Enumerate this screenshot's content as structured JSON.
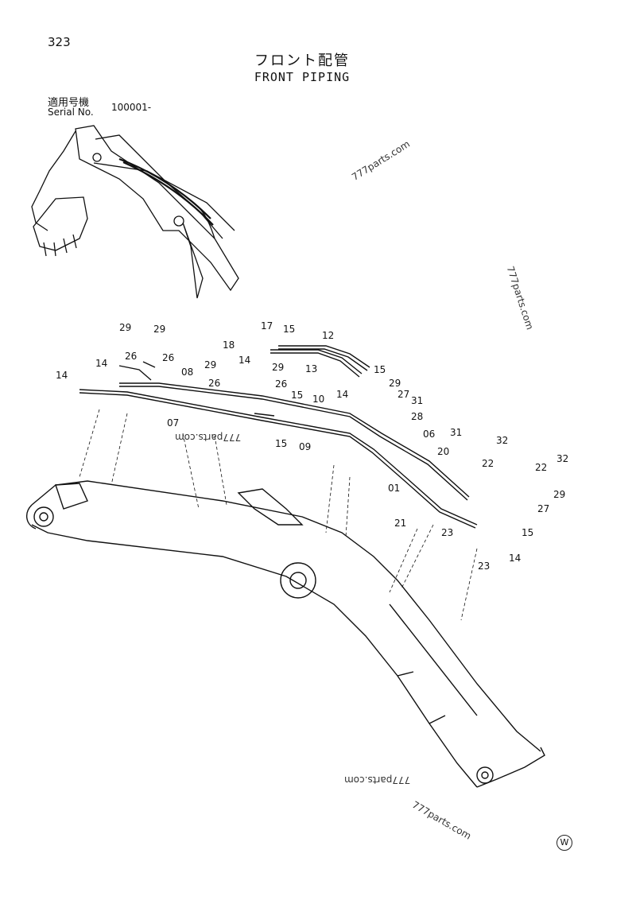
{
  "page_number": "323",
  "title_jp": "フロント配管",
  "title_en": "FRONT PIPING",
  "serial": {
    "label_jp": "適用号機",
    "label_en": "Serial No.",
    "value": "100001-"
  },
  "watermark": "777parts.com",
  "maker_mark": "W",
  "callouts": [
    {
      "text": "29"
    },
    {
      "text": "29"
    },
    {
      "text": "26"
    },
    {
      "text": "26"
    },
    {
      "text": "14"
    },
    {
      "text": "14"
    },
    {
      "text": "08"
    },
    {
      "text": "07"
    },
    {
      "text": "29"
    },
    {
      "text": "26"
    },
    {
      "text": "29"
    },
    {
      "text": "26"
    },
    {
      "text": "17"
    },
    {
      "text": "15"
    },
    {
      "text": "12"
    },
    {
      "text": "18"
    },
    {
      "text": "14"
    },
    {
      "text": "13"
    },
    {
      "text": "15"
    },
    {
      "text": "14"
    },
    {
      "text": "15"
    },
    {
      "text": "10"
    },
    {
      "text": "15"
    },
    {
      "text": "09"
    },
    {
      "text": "29"
    },
    {
      "text": "27"
    },
    {
      "text": "31"
    },
    {
      "text": "28"
    },
    {
      "text": "06"
    },
    {
      "text": "01"
    },
    {
      "text": "31"
    },
    {
      "text": "32"
    },
    {
      "text": "20"
    },
    {
      "text": "22"
    },
    {
      "text": "22"
    },
    {
      "text": "32"
    },
    {
      "text": "29"
    },
    {
      "text": "27"
    },
    {
      "text": "21"
    },
    {
      "text": "23"
    },
    {
      "text": "15"
    },
    {
      "text": "23"
    },
    {
      "text": "14"
    }
  ]
}
